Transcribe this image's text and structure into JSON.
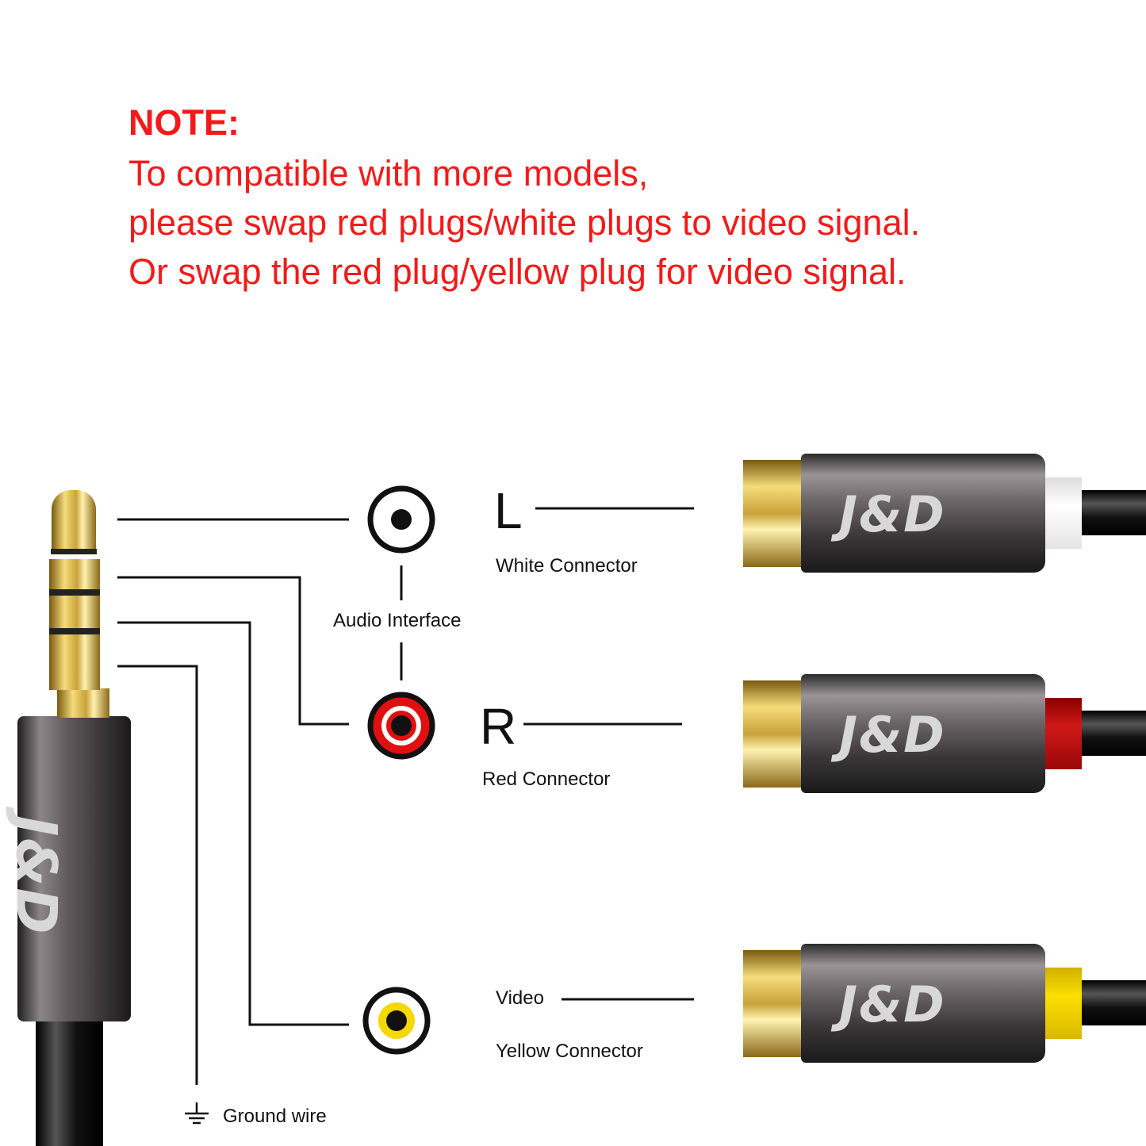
{
  "note": {
    "heading": "NOTE:",
    "lines": [
      "To compatible with more models,",
      "please swap red plugs/white plugs to video signal.",
      "Or swap the red plug/yellow plug for video signal."
    ]
  },
  "labels": {
    "left": "L",
    "white_connector": "White Connector",
    "audio_interface": "Audio Interface",
    "right": "R",
    "red_connector": "Red Connector",
    "video": "Video",
    "yellow_connector": "Yellow Connector",
    "ground_wire": "Ground wire"
  },
  "brand": "J&D",
  "colors": {
    "note": "#f41a1a",
    "white": "#f0f0f0",
    "red": "#e01010",
    "yellow": "#f5d800"
  }
}
